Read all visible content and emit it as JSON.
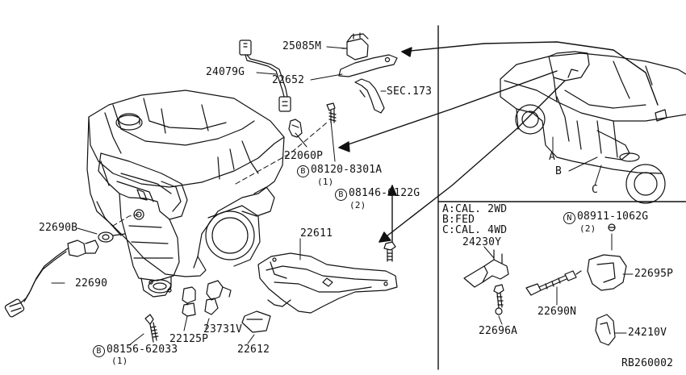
{
  "diagram_id": "RB260002",
  "labels": {
    "p25085M": "25085M",
    "p24079G": "24079G",
    "p22652": "22652",
    "sec173": "SEC.173",
    "p22060P": "22060P",
    "bolt1_prefix": "B",
    "bolt1": "08120-8301A",
    "bolt1_qty": "(1)",
    "bolt2_prefix": "B",
    "bolt2": "08146-6122G",
    "bolt2_qty": "(2)",
    "p22690B": "22690B",
    "p22690": "22690",
    "p22611": "22611",
    "p23731V": "23731V",
    "p22125P": "22125P",
    "p22612": "22612",
    "bolt3_prefix": "B",
    "bolt3": "08156-62033",
    "bolt3_qty": "(1)",
    "loc_a": "A",
    "loc_b": "B",
    "loc_c": "C"
  },
  "legend": {
    "a": "A:CAL. 2WD",
    "b": "B:FED",
    "c": "C:CAL. 4WD"
  },
  "inset": {
    "nut_prefix": "N",
    "nut": "08911-1062G",
    "nut_qty": "(2)",
    "p24230Y": "24230Y",
    "p22695P": "22695P",
    "p22696A": "22696A",
    "p22690N": "22690N",
    "p24210V": "24210V"
  }
}
